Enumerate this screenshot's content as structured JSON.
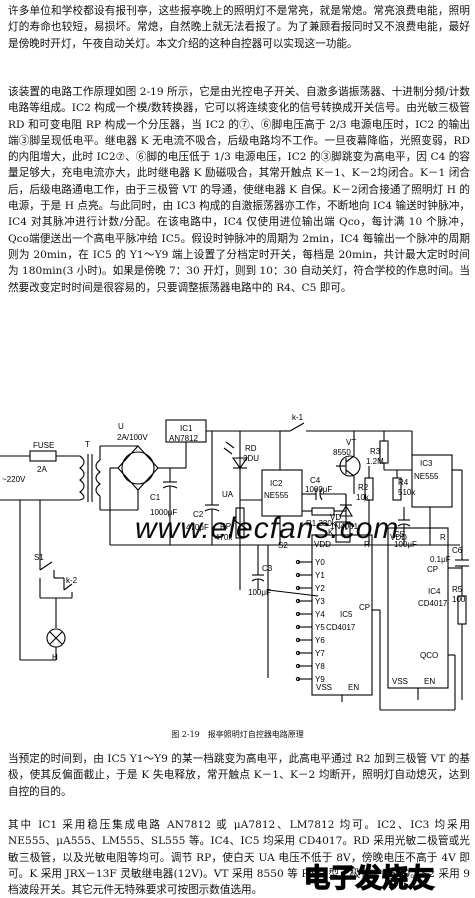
{
  "paragraphs": {
    "p1": "许多单位和学校都设有报刊亭，这些报亭晚上的照明灯不是常亮，就是常熄。常亮浪费电能，照明灯的寿命也较短，易损坏。常熄，自然晚上就无法看报了。为了兼顾看报同时又不浪费电能，最好是傍晚时开灯，午夜自动关灯。本文介绍的这种自控器可以实现这一功能。",
    "p2": "该装置的电路工作原理如图 2-19 所示，它是由光控电子开关、自激多谐振荡器、十进制分频/计数电路等组成。IC2 构成一个模/数转换器，它可以将连续变化的信号转换成开关信号。由光敏三极管 RD 和可变电阻 RP 构成一个分压器，当 IC2 的⑦、⑥脚电压高于 2/3 电源电压时，IC2 的输出端③脚呈现低电平。继电器 K 无电流不吸合，后级电路均不工作。一旦夜幕降临，光照变弱，RD 的内阻增大，此时 IC2⑦、⑥脚的电压低于 1/3 电源电压，IC2 的③脚跳变为高电平，因 C4 的容量足够大，充电电流亦大，此时继电器 K 励磁吸合，其常开触点 K－1、K－2均闭合。K－1 闭合后，后级电路通电工作，由于三极管 VT 的导通，使继电器 K 自保。K－2闭合接通了照明灯 H 的电源，于是 H 点亮。与此同时，由 IC3 构成的自激振荡器亦工作，不断地向 IC4 输送时钟脉冲，IC4 对其脉冲进行计数/分配。在该电路中，IC4 仅使用进位输出端 Qco，每计满 10 个脉冲，Qco端便送出一个高电平脉冲给 IC5。假设时钟脉冲的周期为 2min，IC4 每输出一个脉冲的周期则为 20min，在 IC5 的 Y1～Y9 端上设置了分档定时开关，每档是 20min，共计最大定时时间为 180min(3 小时)。如果是傍晚 7：30 开灯，则到 10：30 自动关灯，符合学校的作息时间。当然要改变定时时间是很容易的，只要调整振荡器电路中的 R4、C5 即可。",
    "p3": "当预定的时间到，由 IC5 Y1～Y9 的某一档跳变为高电平，此高电平通过 R2 加到三极管 VT 的基极，使其反偏面截止，于是 K 失电释放，常开触点 K－1、K－2 均断开，照明灯自动熄灭，达到自控的目的。",
    "p4": "其中 IC1 采用稳压集成电路 AN7812 或 μA7812、LM7812 均可。IC2、IC3 均采用 NE555、μA555、LM555、SL555 等。IC4、IC5 均采用 CD4017。RD 采用光敏二极管或光敏三极管，以及光敏电阻等均可。调节 RP，使白天 UA 电压不低于 8V，傍晚电压不高于 4V 即可。K 采用 JRX－13F 灵敏继电器(12V)。VT 采用 8550 等 PNP 型三极管，β≥80。S2 采用 9 档波段开关。其它元件无特殊要求可按图示数值选用。"
  },
  "caption": "图 2-19　报亭照明灯自控器电路原理",
  "watermark": "www.elecfans.com",
  "watermark_logo": "电子发烧友",
  "diagram": {
    "fuse": "FUSE",
    "fuse_val": "2A",
    "mains": "~220V",
    "T": "T",
    "S1": "S1",
    "k2": "k-2",
    "H": "H",
    "U": "U",
    "U_val": "2A/100V",
    "C1": "C1",
    "C1_val": "1000μF",
    "IC1": "IC1",
    "IC1_val": "AN7812",
    "RD": "RD",
    "RD_val": "3DU",
    "UA": "UA",
    "C2": "C2",
    "C2_val": "470μF",
    "RP": "RP",
    "RP_val": "470k",
    "C3": "C3",
    "C3_val": "100μF",
    "IC2": "IC2",
    "IC2_val": "NE555",
    "C4": "C4",
    "C4_val": "1000μF",
    "R1": "R1 330k",
    "VD": "VD",
    "VD_val": "1N4001",
    "k1": "k-1",
    "VT": "VT",
    "VT_val": "8550",
    "R3": "R3",
    "R3_val": "1.2M",
    "R2": "R2",
    "R2_val": "10k",
    "R4": "R4",
    "R4_val": "510k",
    "K": "K",
    "IC3": "IC3",
    "IC3_val": "NE555",
    "C5": "C5",
    "C5_val": "100μF",
    "C6": "C6",
    "C6_val": "0.1μF",
    "R5": "R5",
    "R5_val": "100",
    "S2": "S2",
    "VDD": "VDD",
    "VSS": "VSS",
    "R": "R",
    "CP": "CP",
    "EN": "EN",
    "QCO": "QCO",
    "IC4": "IC4",
    "IC5": "IC5",
    "CD4017": "CD4017",
    "Y": [
      "Y0",
      "Y1",
      "Y2",
      "Y3",
      "Y4",
      "Y5",
      "Y6",
      "Y7",
      "Y8",
      "Y9"
    ]
  }
}
